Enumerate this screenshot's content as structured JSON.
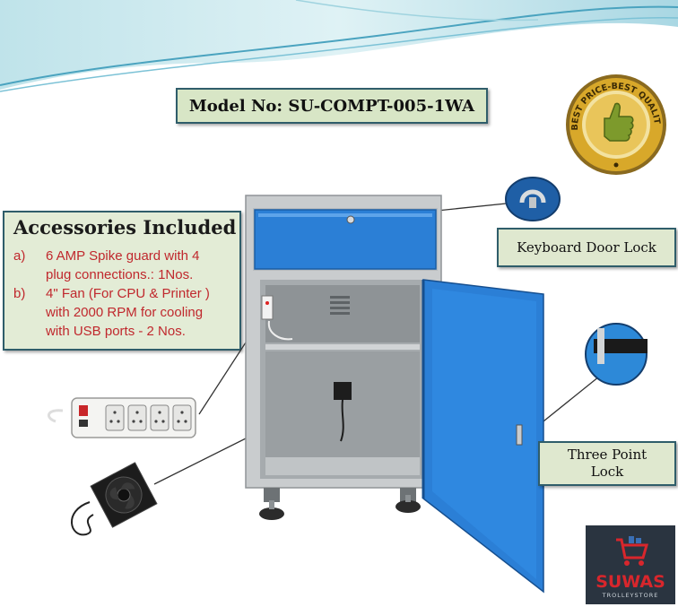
{
  "model": {
    "text": "Model No: SU-COMPT-005-1WA"
  },
  "accessories": {
    "title": "Accessories Included",
    "items": [
      {
        "marker": "a)",
        "lines": [
          "6 AMP Spike guard with 4",
          "plug connections.: 1Nos."
        ]
      },
      {
        "marker": "b)",
        "lines": [
          "4\" Fan (For CPU & Printer )",
          "with 2000 RPM for cooling",
          "with USB ports - 2 Nos."
        ]
      }
    ]
  },
  "callouts": {
    "keyboard_lock": "Keyboard Door Lock",
    "three_point_line1": "Three Point",
    "three_point_line2": "Lock"
  },
  "badge": {
    "top_text": "BEST PRICE-BEST QUALITY"
  },
  "logo": {
    "name": "SUWAS",
    "sub": "TROLLEYSTORE"
  },
  "colors": {
    "cabinet_blue": "#2b7fd6",
    "body_grey": "#c9ccce",
    "label_bg": "#dfe8cf",
    "accent_red": "#c0282d",
    "frame_teal": "#2f5d6a"
  }
}
